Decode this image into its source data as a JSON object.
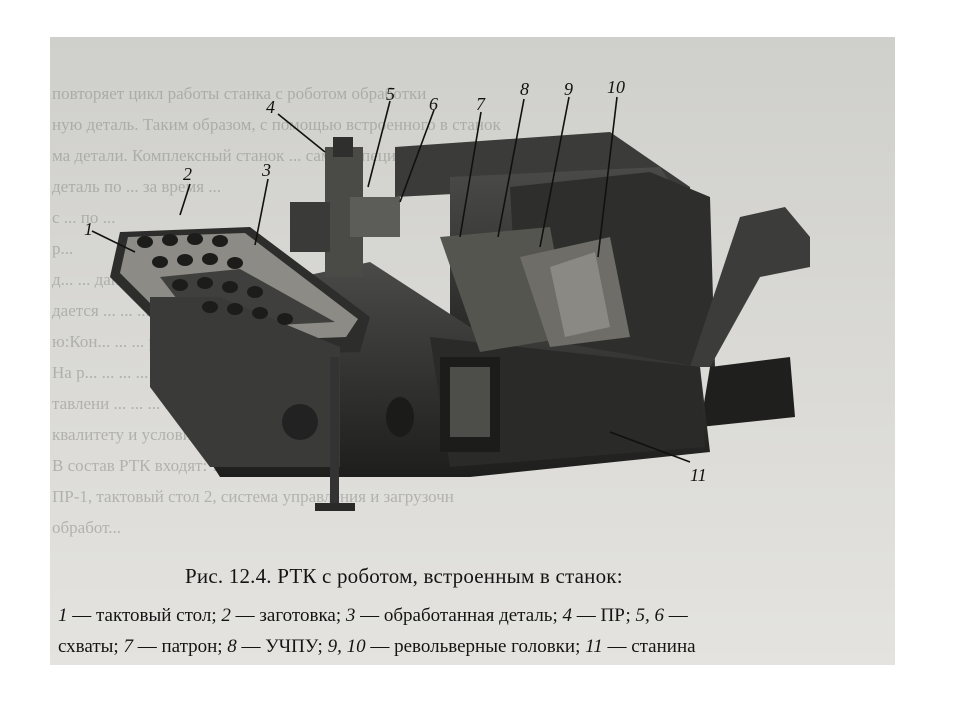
{
  "figure": {
    "caption_title": "Рис. 12.4. РТК с роботом, встроенным в станок:",
    "legend_line1": [
      {
        "n": "1",
        "t": " — тактовый стол; "
      },
      {
        "n": "2",
        "t": " — заготовка; "
      },
      {
        "n": "3",
        "t": " — обработанная деталь; "
      },
      {
        "n": "4",
        "t": " — ПР; "
      },
      {
        "n": "5, 6",
        "t": " —"
      }
    ],
    "legend_line2": [
      {
        "n": "",
        "t": "схваты; "
      },
      {
        "n": "7",
        "t": " — патрон; "
      },
      {
        "n": "8",
        "t": " — УЧПУ; "
      },
      {
        "n": "9, 10",
        "t": " — револьверные головки; "
      },
      {
        "n": "11",
        "t": " — станина"
      }
    ],
    "callouts": [
      "1",
      "2",
      "3",
      "4",
      "5",
      "6",
      "7",
      "8",
      "9",
      "10",
      "11"
    ]
  },
  "background_text_lines": [
    "повторяет цикл работы станка с роботом обработки",
    "ную деталь. Таким образом, с помощью встроенного в станок",
    "ма детали. Комплексный станок ... самой специальной",
    "деталь по ... за время ...",
    "с ... по ... ",
    "р...",
    "д...  ... данные",
    "дается ... ... ... станка",
    "ю:Кон... ... ... робот",
    "На р... ... ... ... ... помещ",
    "тавлени ... ... ... ... ... координ",
    "квалитету и условиях ... ... ... ... ... ... ... издела",
    "В состав РТК входят: токарно-револьверный станок 1, ПРУ",
    "ПР-1, тактовый стол 2, система управления и загрузочн",
    "обработ..."
  ]
}
